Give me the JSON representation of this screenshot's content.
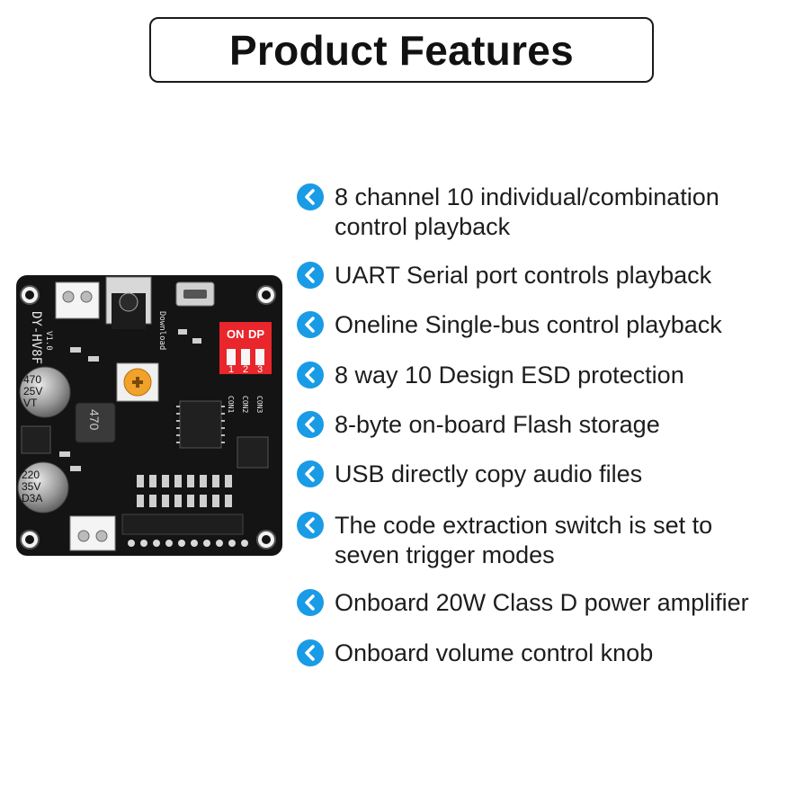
{
  "title": "Product Features",
  "features": [
    {
      "lines": [
        "8 channel 10 individual/combination",
        "control playback"
      ]
    },
    {
      "lines": [
        "UART Serial port controls playback"
      ]
    },
    {
      "lines": [
        "Oneline Single-bus control playback"
      ]
    },
    {
      "lines": [
        "8 way 10 Design ESD protection"
      ]
    },
    {
      "lines": [
        "8-byte on-board Flash storage"
      ]
    },
    {
      "lines": [
        "USB directly copy audio files"
      ]
    },
    {
      "lines": [
        "The code extraction switch is set to",
        "seven trigger modes"
      ]
    },
    {
      "lines": [
        "Onboard 20W Class D power amplifier"
      ]
    },
    {
      "lines": [
        "Onboard volume control knob"
      ]
    }
  ],
  "board": {
    "model": "DY-HV8F",
    "version": "V1.0",
    "download_label": "Download",
    "cap1": [
      "470",
      "25V",
      "VT"
    ],
    "cap2": [
      "220",
      "35V",
      "D3A"
    ],
    "inductor": "470",
    "dip_on": "ON",
    "dip_dp": "DP",
    "dip_nums": [
      "1",
      "2",
      "3"
    ],
    "con_labels": [
      "CON1",
      "CON2",
      "CON3"
    ]
  },
  "colors": {
    "bullet": "#1a9be6",
    "pcb": "#141414",
    "dip": "#e8262b"
  }
}
